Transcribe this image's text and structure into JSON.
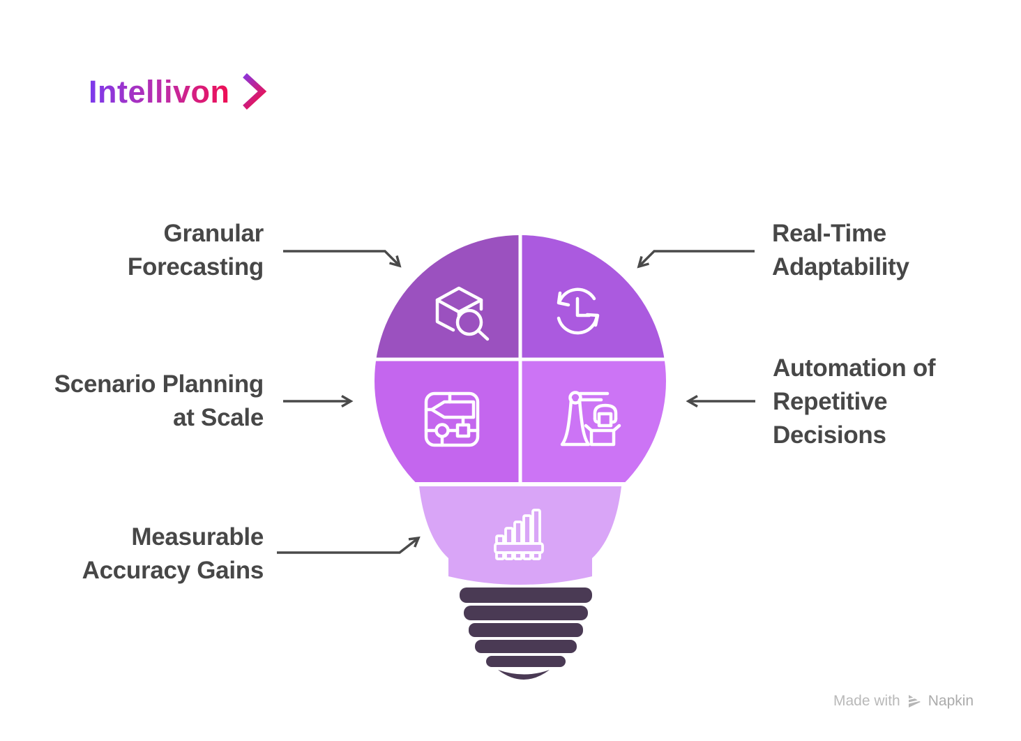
{
  "logo": {
    "text": "Intellivon",
    "gradient_start": "#7C3AED",
    "gradient_mid": "#C02BA6",
    "gradient_end": "#EF0E52"
  },
  "diagram": {
    "shape": "lightbulb",
    "arrow_color": "#4a4a4a",
    "text_color": "#474747",
    "divider_color": "#ffffff",
    "base_color": "#4A3A54",
    "items": [
      {
        "label": "Granular Forecasting",
        "lines": [
          "Granular",
          "Forecasting"
        ],
        "icon": "cube-search-icon",
        "color": "#9B51BF",
        "position": "top-left"
      },
      {
        "label": "Real-Time Adaptability",
        "lines": [
          "Real-Time",
          "Adaptability"
        ],
        "icon": "clock-sync-icon",
        "color": "#AB5ADF",
        "position": "top-right"
      },
      {
        "label": "Scenario Planning at Scale",
        "lines": [
          "Scenario Planning",
          "at Scale"
        ],
        "icon": "strategy-map-icon",
        "color": "#C466EE",
        "position": "middle-left"
      },
      {
        "label": "Automation of Repetitive Decisions",
        "lines": [
          "Automation of",
          "Repetitive",
          "Decisions"
        ],
        "icon": "robot-arm-icon",
        "color": "#CC74F5",
        "position": "middle-right"
      },
      {
        "label": "Measurable Accuracy Gains",
        "lines": [
          "Measurable",
          "Accuracy Gains"
        ],
        "icon": "bar-chart-icon",
        "color": "#D9A5F7",
        "position": "bottom"
      }
    ]
  },
  "footer": {
    "made_with": "Made with",
    "brand": "Napkin"
  }
}
